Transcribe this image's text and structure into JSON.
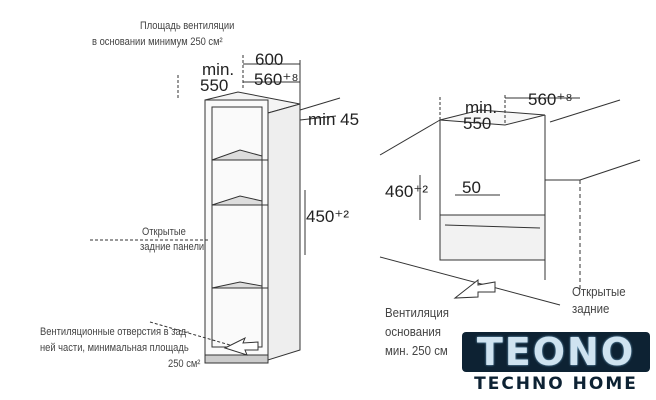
{
  "left_diagram": {
    "vent_note_line1": "Площадь вентиляции",
    "vent_note_line2": "в основании минимум 250 см²",
    "dim_600": "600",
    "dim_min": "min.",
    "dim_550": "550",
    "dim_560": "560⁺⁸",
    "dim_min45": "min 45",
    "dim_450": "450⁺²",
    "open_panels_line1": "Открытые",
    "open_panels_line2": "задние панели",
    "vent_holes_line1": "Вентиляционные отверстия в зад-",
    "vent_holes_line2": "ней части, минимальная площадь",
    "vent_holes_line3": "250 см²"
  },
  "right_diagram": {
    "dim_min": "min.",
    "dim_550": "550",
    "dim_560": "560⁺⁸",
    "dim_460": "460⁺²",
    "dim_50": "50",
    "open_panels_line1": "Открытые",
    "open_panels_line2": "задние",
    "vent_line1": "Вентиляция",
    "vent_line2": "основания",
    "vent_line3": "мин. 250 см"
  },
  "logo": {
    "main": "TEONO",
    "sub": "TECHNO HOME"
  }
}
